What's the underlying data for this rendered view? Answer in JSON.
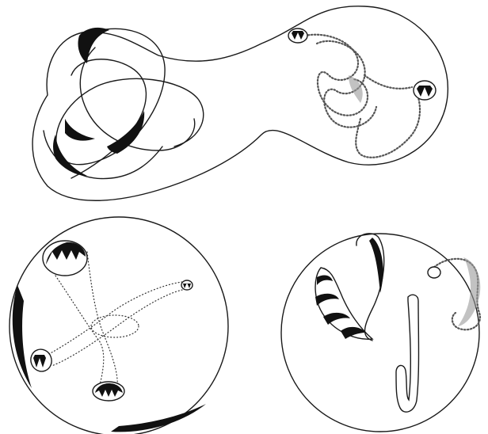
{
  "figure": {
    "panels": [
      {
        "id": "top",
        "description_icon": "knotted-surface-illustration"
      },
      {
        "id": "bottom-left",
        "description_icon": "sphere-with-dotted-tubes"
      },
      {
        "id": "bottom-right",
        "description_icon": "sphere-with-knotted-tube"
      }
    ],
    "colors": {
      "ink": "#1a1a1a",
      "paper": "#ffffff",
      "shade": "#9a9a9a"
    }
  }
}
